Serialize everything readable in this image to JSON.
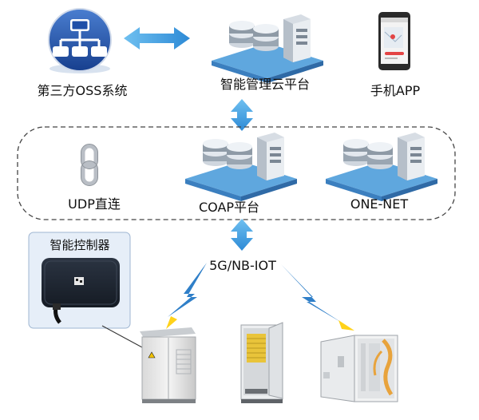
{
  "top": {
    "oss_label": "第三方OSS系统",
    "cloud_label": "智能管理云平台",
    "app_label": "手机APP"
  },
  "middle": {
    "udp_label": "UDP直连",
    "coap_label": "COAP平台",
    "onenet_label": "ONE-NET"
  },
  "network": {
    "label": "5G/NB-IOT"
  },
  "controller": {
    "label": "智能控制器"
  },
  "colors": {
    "arrow_blue": "#3fa0e0",
    "oss_icon_blue": "#1f4fa8",
    "lightning_blue": "#2f7fc8",
    "lightning_yellow": "#ffd21a",
    "server_base": "#5fa7de",
    "dashed_border": "#444444"
  },
  "icons": {
    "oss": "org-chart-icon",
    "server": "server-cluster-icon",
    "phone": "smartphone-app-icon",
    "link": "chain-link-icon",
    "lightning": "wireless-lightning-icon"
  }
}
